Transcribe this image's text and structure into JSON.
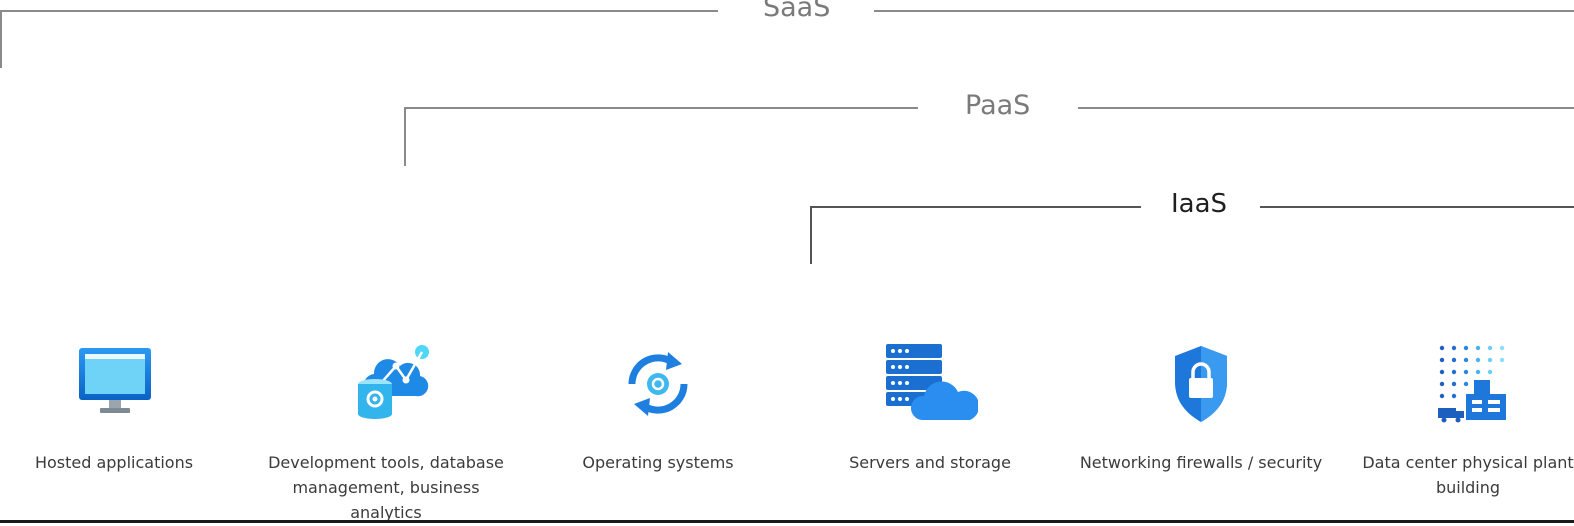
{
  "tiers": {
    "saas": "SaaS",
    "paas": "PaaS",
    "iaas": "IaaS"
  },
  "items": [
    {
      "label": "Hosted applications",
      "icon": "monitor-icon"
    },
    {
      "label": "Development tools, database management, business analytics",
      "icon": "database-cloud-icon"
    },
    {
      "label": "Operating systems",
      "icon": "refresh-gear-icon"
    },
    {
      "label": "Servers and storage",
      "icon": "server-cloud-icon"
    },
    {
      "label": "Networking firewalls / security",
      "icon": "shield-lock-icon"
    },
    {
      "label": "Data center physical plant building",
      "icon": "datacenter-building-icon"
    }
  ],
  "colors": {
    "accent_blue": "#0078d4",
    "light_blue": "#50c7f0",
    "line_gray": "#8a8a8a"
  }
}
